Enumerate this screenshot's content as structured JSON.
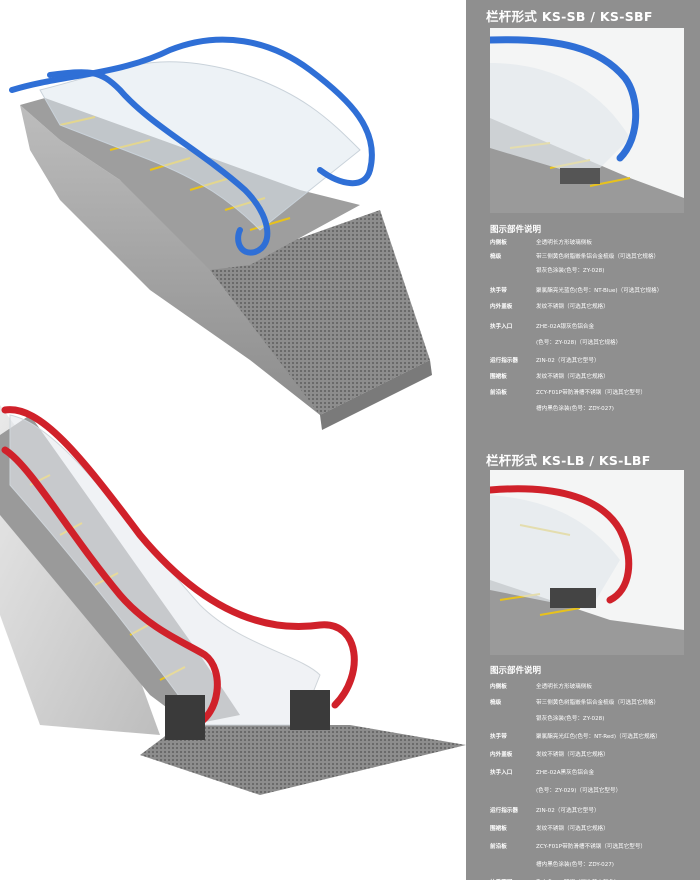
{
  "panels": [
    {
      "title": "栏杆形式  KS-SB / KS-SBF",
      "legend_title": "图示部件说明",
      "accent_color": "#2f6fd6",
      "rows": [
        {
          "label": "内侧板",
          "value": "全透明长方形玻璃侧板"
        },
        {
          "label": "梳级",
          "value": "带三侧黄色树脂嵌条铝合金梳级（可选其它规格）"
        },
        {
          "label": "",
          "value": "银灰色涂装(色号：ZY-028)"
        },
        {
          "label": "扶手带",
          "value": "聚氯酯亮光蓝色(色号：NT-Blue)（可选其它规格）"
        },
        {
          "label": "内外盖板",
          "value": "发纹不锈钢（可选其它规格）"
        },
        {
          "label": "扶手入口",
          "value": "ZHE-02A银灰色铝合金"
        },
        {
          "label": "",
          "value": "(色号：ZY-028)（可选其它规格）"
        },
        {
          "label": "运行指示器",
          "value": "ZIN-02（可选其它型号）"
        },
        {
          "label": "围裙板",
          "value": "发纹不锈钢（可选其它规格）"
        },
        {
          "label": "前沿板",
          "value": "ZCY-F01P带防滑槽不锈钢（可选其它型号）"
        },
        {
          "label": "",
          "value": "槽内黑色涂装(色号：ZDY-027)"
        }
      ]
    },
    {
      "title": "栏杆形式  KS-LB / KS-LBF",
      "legend_title": "图示部件说明",
      "accent_color": "#d0212a",
      "rows": [
        {
          "label": "内侧板",
          "value": "全透明长方形玻璃侧板"
        },
        {
          "label": "梳级",
          "value": "带三侧黄色树脂嵌条铝合金梳级（可选其它规格）"
        },
        {
          "label": "",
          "value": "银灰色涂装(色号：ZY-028)"
        },
        {
          "label": "扶手带",
          "value": "聚氯酯亮光红色(色号：NT-Red)（可选其它规格）"
        },
        {
          "label": "内外盖板",
          "value": "发纹不锈钢（可选其它规格）"
        },
        {
          "label": "扶手入口",
          "value": "ZHE-02A黑灰色铝合金"
        },
        {
          "label": "",
          "value": "(色号：ZY-029)（可选其它型号）"
        },
        {
          "label": "运行指示器",
          "value": "ZIN-02（可选其它型号）"
        },
        {
          "label": "围裙板",
          "value": "发纹不锈钢（可选其它规格）"
        },
        {
          "label": "前沿板",
          "value": "ZCY-F01P带防滑槽不锈钢（可选其它型号）"
        },
        {
          "label": "",
          "value": "槽内黑色涂装(色号：ZDY-027)"
        },
        {
          "label": "扶手照明",
          "value": "乳白色LED照明（可选其它颜色）"
        }
      ]
    }
  ],
  "colors": {
    "sidebar_bg": "#8f8f8f",
    "handrail_blue": "#2f6fd6",
    "handrail_red": "#d0212a",
    "step_yellow": "#e8c21c",
    "truss_gray": "#9a9a9a"
  }
}
